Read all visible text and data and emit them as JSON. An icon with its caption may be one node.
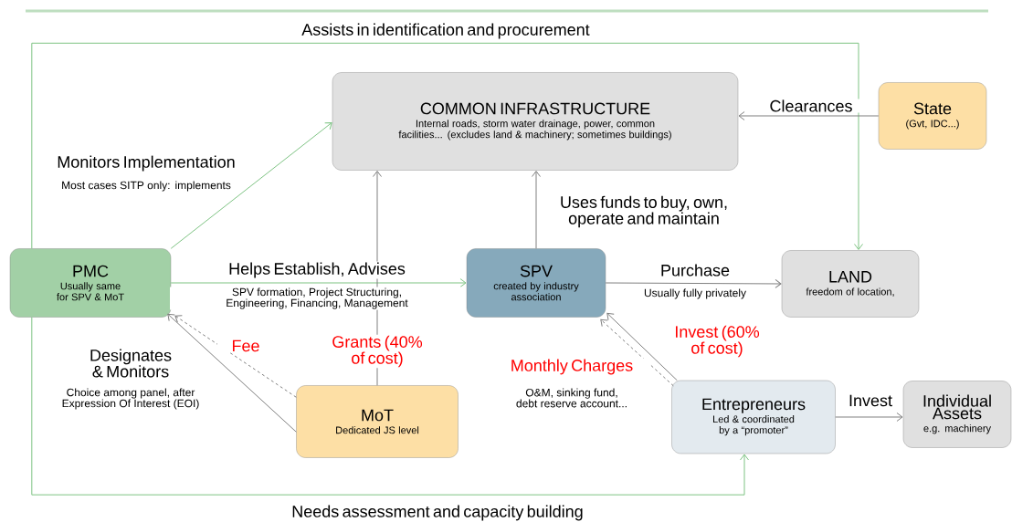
{
  "diagram": {
    "nodes": [
      {
        "text": [
          "COMMON INFRASTRUCTURE",
          "Internal roads, storm water drainage, power, common facilities... (excludes land & machinery; sometimes buildings)"
        ]
      },
      {
        "text": [
          "State",
          "(Gvt, IDC...)"
        ]
      },
      {
        "text": [
          "PMC",
          "Usually same for SPV & MoT"
        ]
      },
      {
        "text": [
          "SPV",
          "created by industry association"
        ]
      },
      {
        "text": [
          "LAND",
          "freedom of location,"
        ]
      },
      {
        "text": [
          "MoT",
          "Dedicated JS level"
        ]
      },
      {
        "text": [
          "Entrepreneurs",
          "Led & coordinated by a “promoter”"
        ]
      },
      {
        "text": [
          "Individual Assets",
          "e.g. machinery"
        ]
      }
    ],
    "edges": [
      {
        "from": 2,
        "to": 0,
        "arrow": "to",
        "label": "Monitors Implementation",
        "color": "#7dc383"
      },
      {
        "from": 2,
        "to": 4,
        "arrow": "to",
        "label": "Assists in identification and procurement",
        "color": "#7dc383"
      },
      {
        "from": 1,
        "to": 0,
        "arrow": "to",
        "label": "Clearances"
      },
      {
        "from": 2,
        "to": 3,
        "arrow": "to",
        "label": "Helps Establish, Advises",
        "color": "#7dc383"
      },
      {
        "from": 5,
        "to": 0,
        "arrow": "to",
        "label": "Grants (40% of cost)"
      },
      {
        "from": 3,
        "to": 0,
        "arrow": "to",
        "label": "Uses funds to buy, own, operate and maintain"
      },
      {
        "from": 3,
        "to": 4,
        "arrow": "to",
        "label": "Purchase"
      },
      {
        "from": 5,
        "to": 2,
        "arrow": "to",
        "label": "Designates & Monitors"
      },
      {
        "from": 5,
        "to": 2,
        "arrow": "to",
        "label": "Fee",
        "style": "dashed"
      },
      {
        "from": 6,
        "to": 3,
        "arrow": "to",
        "label": "Invest (60% of cost)"
      },
      {
        "from": 6,
        "to": 3,
        "arrow": "to",
        "label": "Monthly Charges",
        "style": "dashed"
      },
      {
        "from": 6,
        "to": 7,
        "arrow": "to",
        "label": "Invest"
      },
      {
        "from": 2,
        "to": 6,
        "arrow": "to",
        "label": "Needs assessment and capacity building",
        "color": "#7dc383"
      }
    ],
    "labels": [
      "Most cases SITP only: implements",
      "SPV formation, Project Structuring, Engineering, Financing, Management",
      "Choice among panel, after Expression Of Interest (EOI)",
      "Usually fully privately",
      "O&M, sinking fund, debt reserve account..."
    ]
  }
}
